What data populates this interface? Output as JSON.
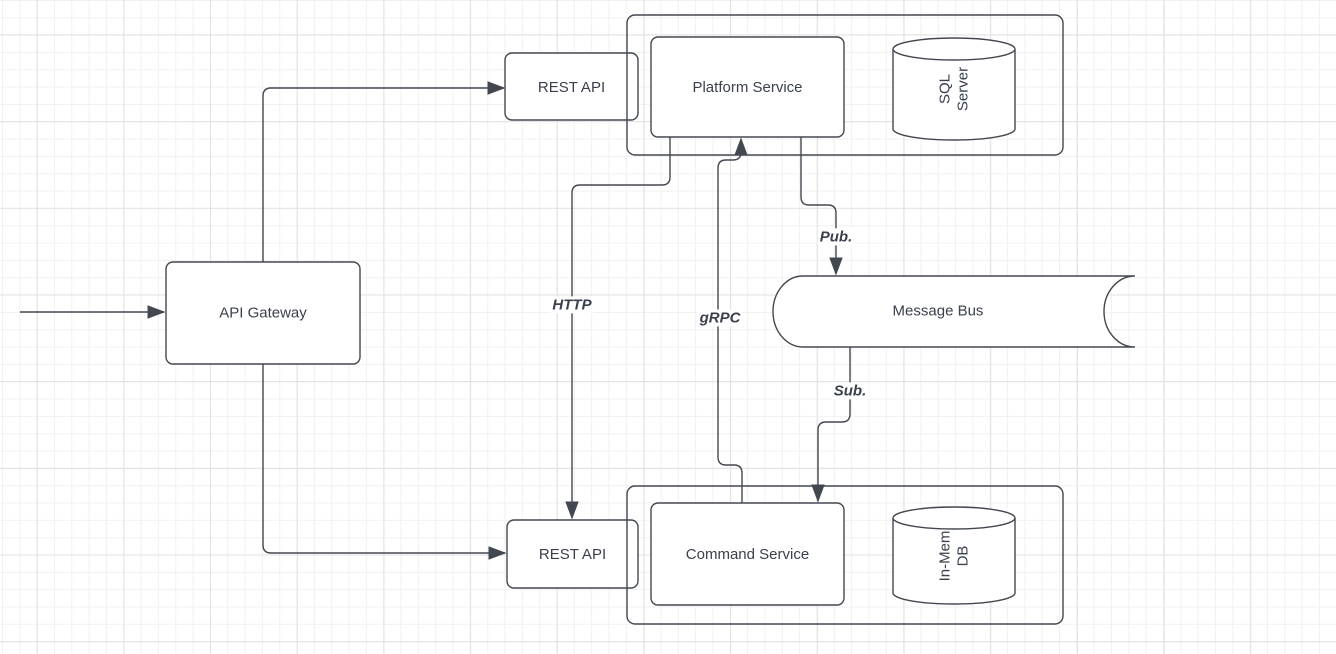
{
  "nodes": {
    "api_gateway": "API Gateway",
    "rest_api_top": "REST API",
    "rest_api_bottom": "REST API",
    "platform_service": "Platform Service",
    "command_service": "Command Service",
    "message_bus": "Message Bus",
    "sql_server": {
      "line1": "SQL",
      "line2": "Server"
    },
    "in_mem_db": {
      "line1": "In-Mem",
      "line2": "DB"
    }
  },
  "edges": {
    "http": "HTTP",
    "grpc": "gRPC",
    "pub": "Pub.",
    "sub": "Sub."
  },
  "colors": {
    "stroke": "#434850",
    "text": "#3a414c",
    "node_fill": "#ffffff",
    "grid_minor": "#f1f1f1",
    "grid_major": "#e1e1e1"
  }
}
